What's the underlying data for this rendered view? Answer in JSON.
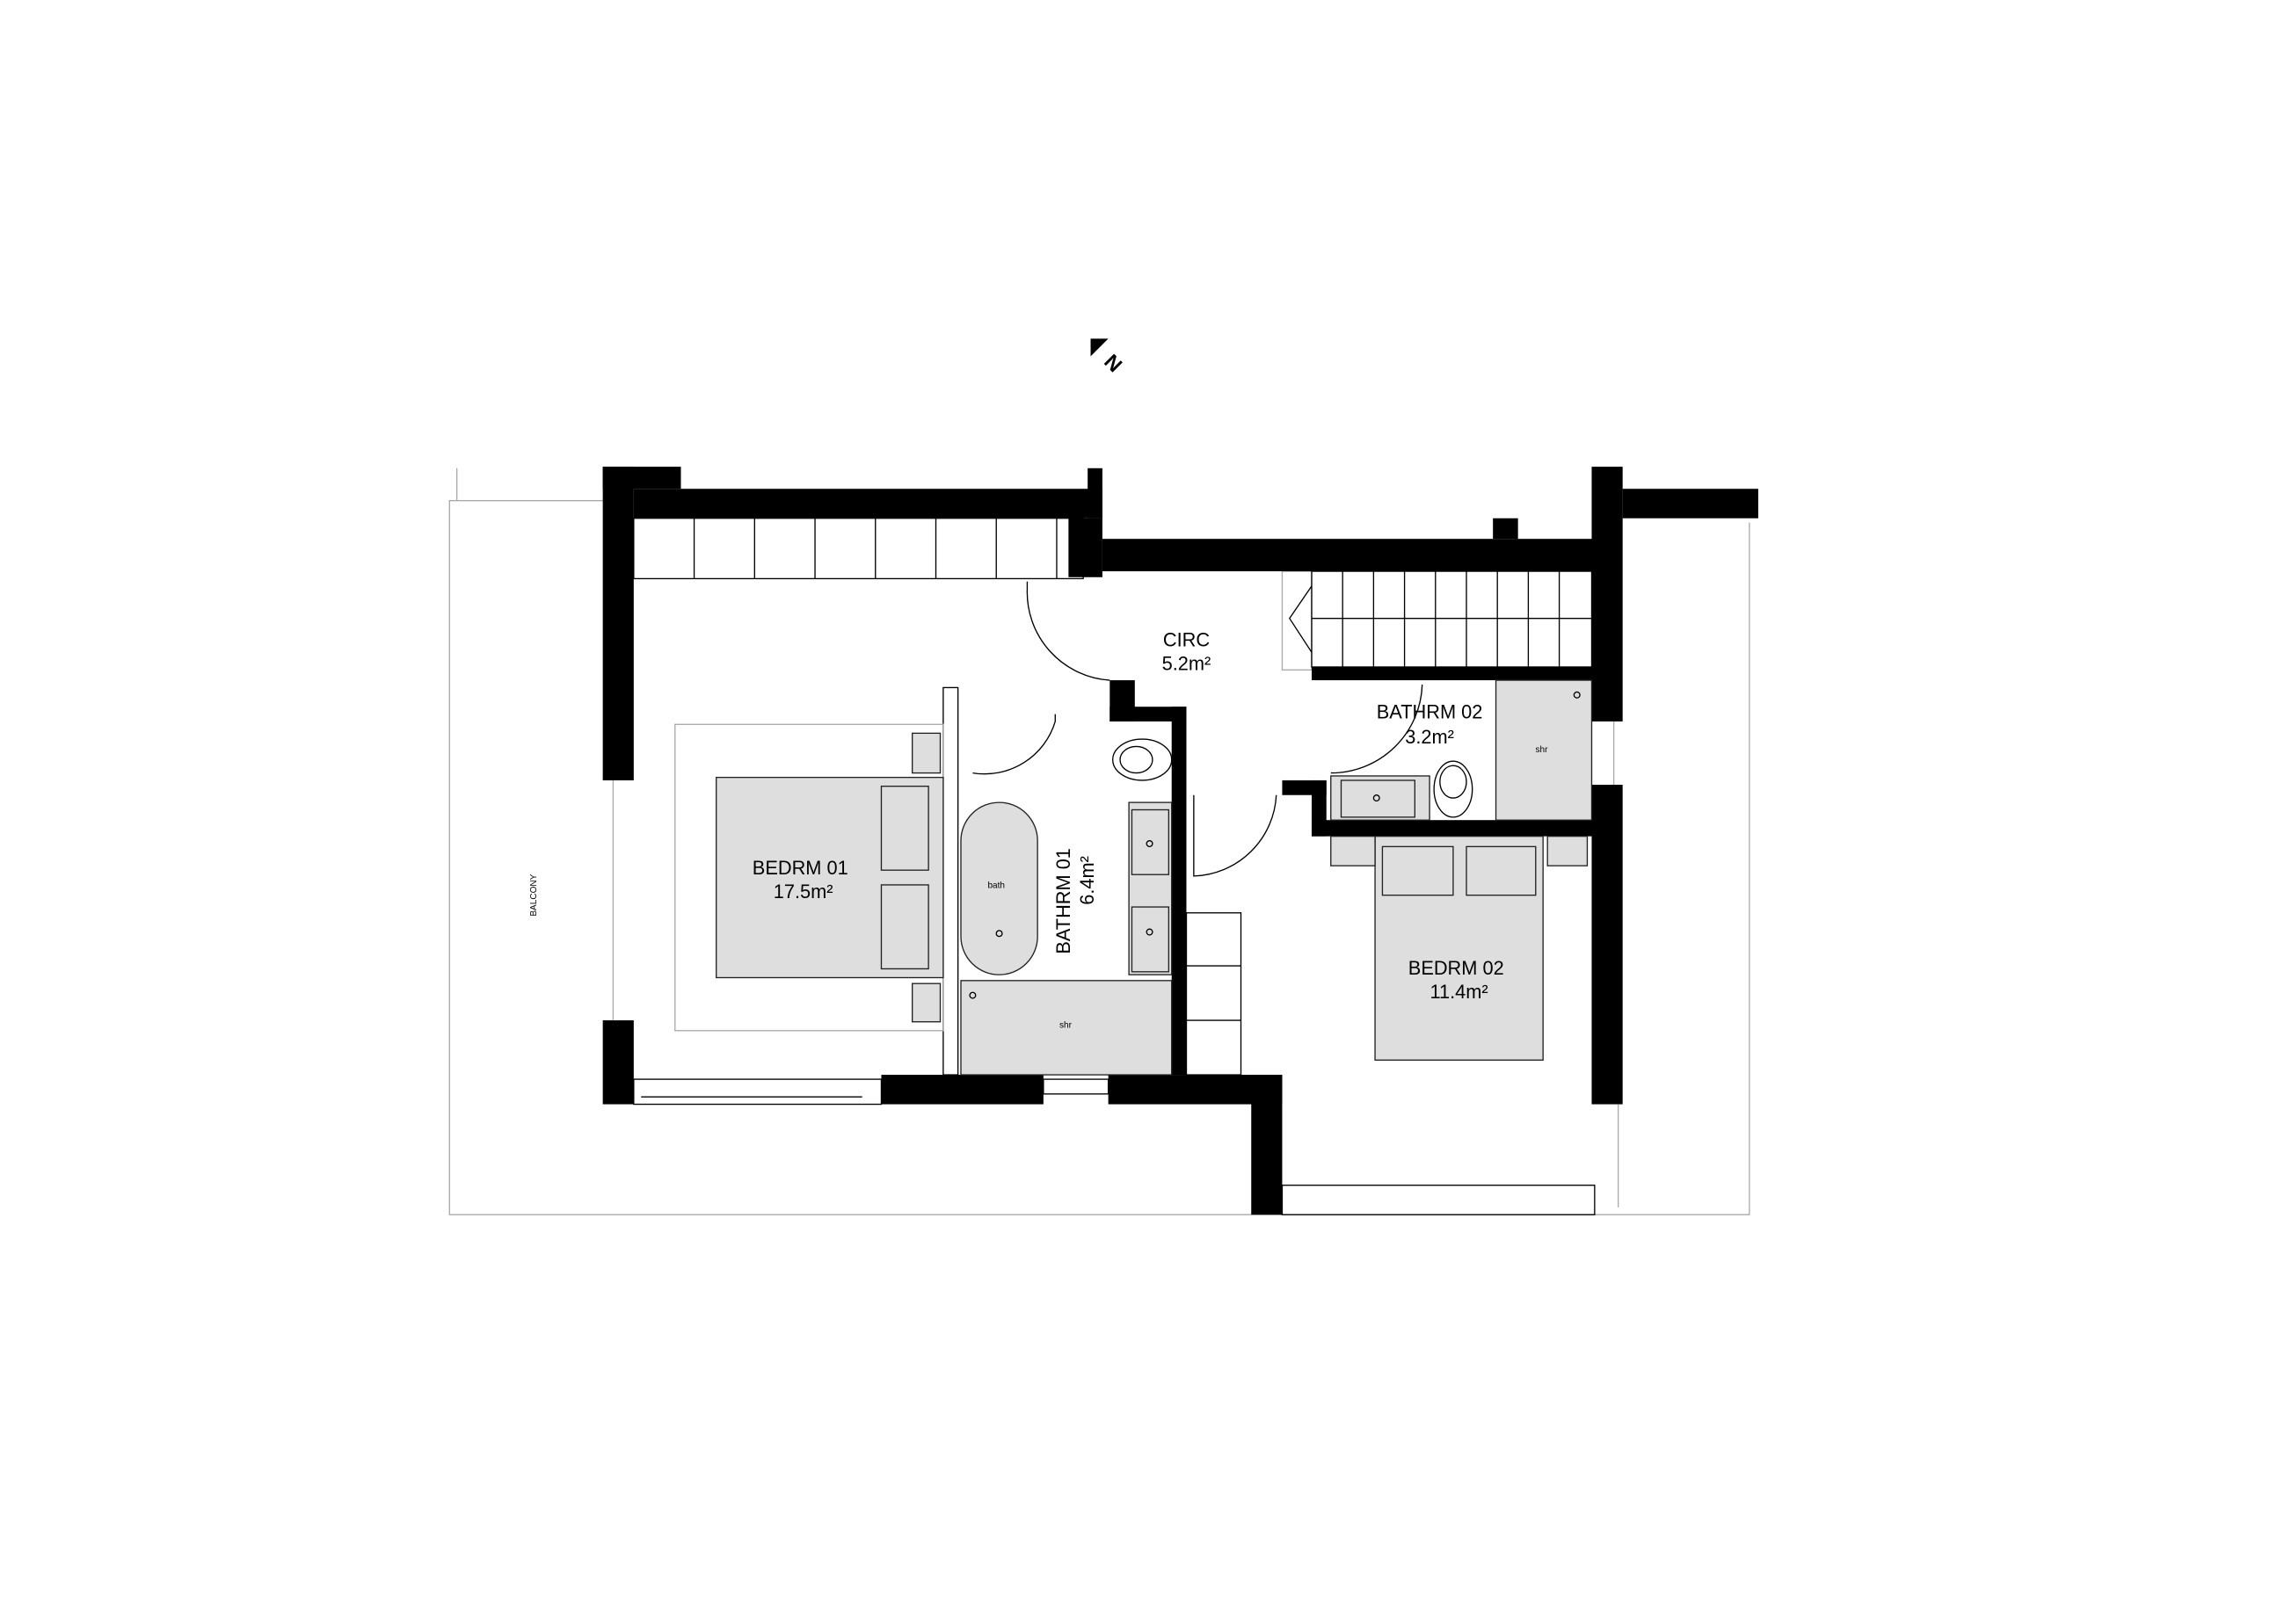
{
  "plan": {
    "north_label": "N",
    "rooms": [
      {
        "name": "CIRC",
        "area": "5.2m²"
      },
      {
        "name": "BATHRM 02",
        "area": "3.2m²"
      },
      {
        "name": "BEDRM 01",
        "area": "17.5m²"
      },
      {
        "name": "BATHRM 01",
        "area": "6.4m²"
      },
      {
        "name": "BEDRM 02",
        "area": "11.4m²"
      }
    ],
    "fixtures": {
      "bath": "bath",
      "shower_1": "shr",
      "shower_2": "shr"
    },
    "balcony": "BALCONY"
  },
  "colors": {
    "wall": "#000000",
    "fixture_fill": "#dedede",
    "outline": "#aaaaaa"
  }
}
